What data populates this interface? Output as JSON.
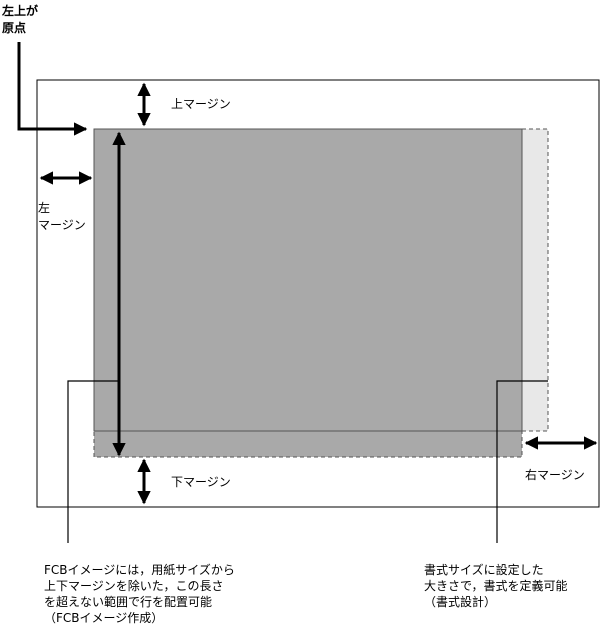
{
  "labels": {
    "origin_line1": "左上が",
    "origin_line2": "原点",
    "top_margin": "上マージン",
    "left_margin_line1": "左",
    "left_margin_line2": "マージン",
    "bottom_margin": "下マージン",
    "right_margin": "右マージン"
  },
  "notes": {
    "fcb": [
      "FCBイメージには，用紙サイズから",
      "上下マージンを除いた，この長さ",
      "を超えない範囲で行を配置可能",
      "（FCBイメージ作成）"
    ],
    "form": [
      "書式サイズに設定した",
      "大きさで，書式を定義可能",
      "（書式設計）"
    ]
  },
  "colors": {
    "page_border": "#000000",
    "fcb_fill": "#a9a9a9",
    "form_extension_fill": "#e8e8e8",
    "dashed_border": "#555555",
    "arrow": "#000000"
  }
}
